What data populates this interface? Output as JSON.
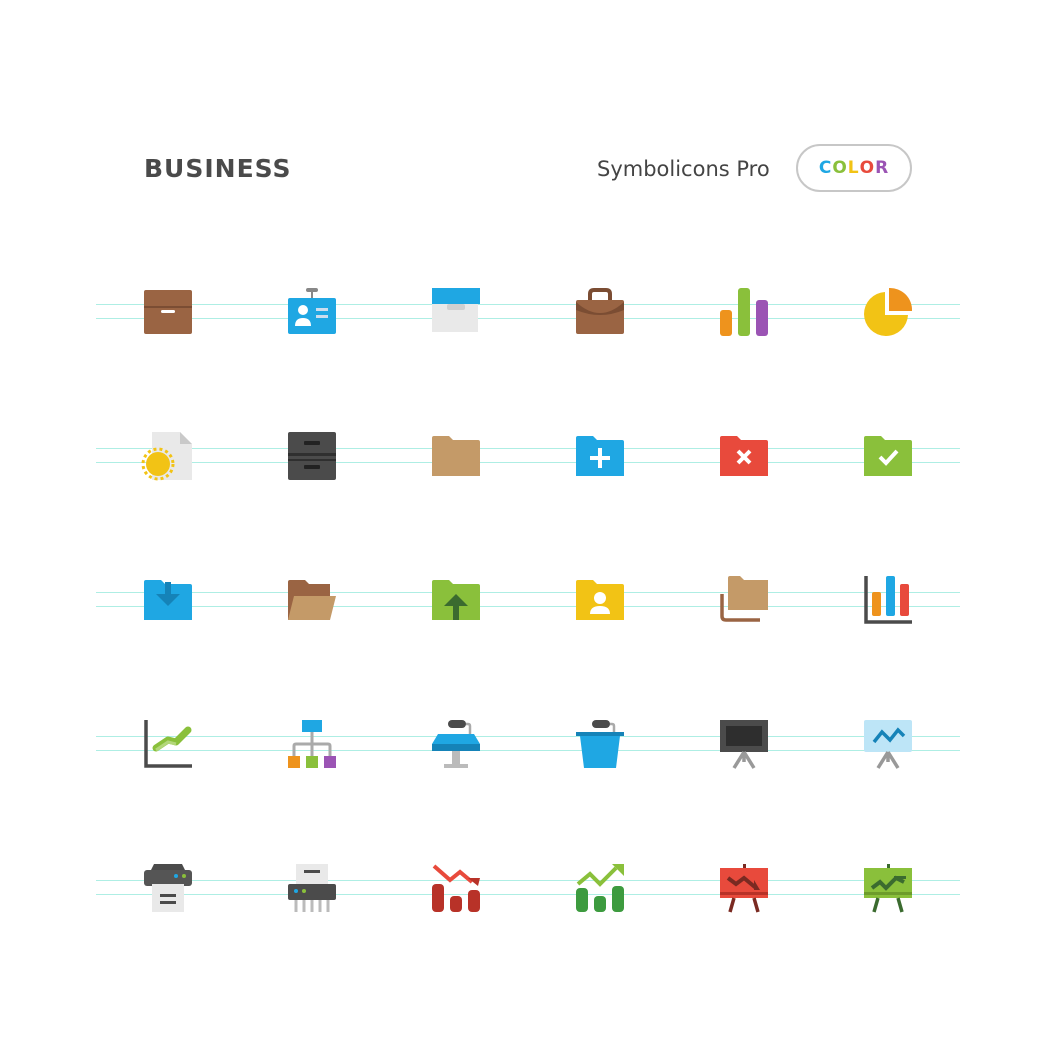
{
  "header": {
    "title": "BUSINESS",
    "brand": "Symbolicons Pro",
    "badge_letters": [
      {
        "ch": "C",
        "color": "#1fa7e3"
      },
      {
        "ch": "O",
        "color": "#8ac03b"
      },
      {
        "ch": "L",
        "color": "#f2c315"
      },
      {
        "ch": "O",
        "color": "#e84a3c"
      },
      {
        "ch": "R",
        "color": "#9b54b4"
      }
    ]
  },
  "colors": {
    "blue": "#1fa7e3",
    "green": "#8ac03b",
    "yellow": "#f2c315",
    "orange": "#ee931d",
    "red": "#e84a3c",
    "purple": "#9b54b4",
    "brown": "#9a6443",
    "tan": "#c49a68",
    "dark": "#4b4b4b",
    "light": "#e9e9e9",
    "guide": "#aeeee4"
  },
  "icons": [
    [
      "archive-box-icon",
      "id-badge-icon",
      "file-box-icon",
      "briefcase-icon",
      "bar-chart-icon",
      "pie-chart-icon"
    ],
    [
      "certificate-document-icon",
      "filing-cabinet-icon",
      "folder-icon",
      "folder-add-icon",
      "folder-delete-icon",
      "folder-check-icon"
    ],
    [
      "folder-download-icon",
      "folder-open-icon",
      "folder-upload-icon",
      "folder-user-icon",
      "folders-icon",
      "bar-graph-axes-icon"
    ],
    [
      "line-graph-icon",
      "org-chart-icon",
      "podium-icon",
      "lectern-icon",
      "presentation-board-icon",
      "presentation-chart-icon"
    ],
    [
      "printer-icon",
      "shredder-icon",
      "chart-down-icon",
      "chart-up-icon",
      "presentation-down-icon",
      "presentation-up-icon"
    ]
  ]
}
